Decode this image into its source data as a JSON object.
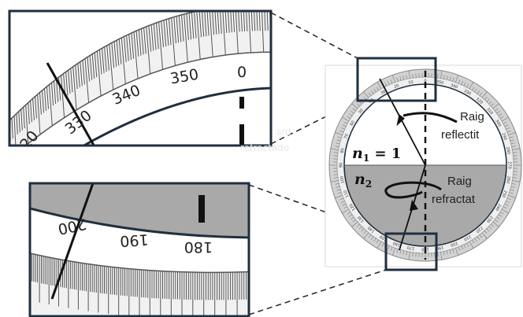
{
  "callouts": {
    "reflected": {
      "line1": "Raig",
      "line2": "reflectit"
    },
    "refracted": {
      "line1": "Raig",
      "line2": "refractat"
    }
  },
  "equation_top": {
    "symbol": "n",
    "subscript": "1",
    "rest": " = 1"
  },
  "equation_bottom": {
    "symbol": "n",
    "subscript": "2"
  },
  "zoom_top": {
    "labels": [
      "330",
      "340",
      "350",
      "0"
    ]
  },
  "zoom_bottom": {
    "labels": [
      "200",
      "190",
      "180"
    ]
  },
  "watermark": {
    "line1": "ard",
    "line2": "refractado"
  },
  "colors": {
    "frame": "#1f2f3f",
    "dial_ring": "#b5b5b5",
    "lower_medium": "#a9a9a9",
    "ray": "#111111"
  }
}
